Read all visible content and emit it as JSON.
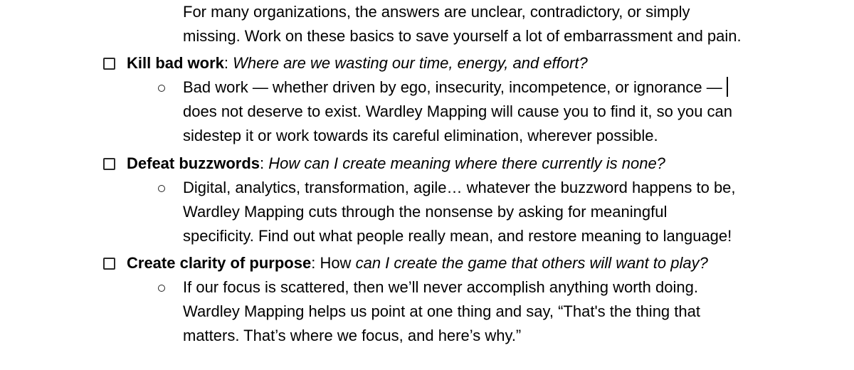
{
  "intro": {
    "lines": [
      "For many organizations, the answers are unclear, contradictory, or simply",
      "missing. Work on these basics to save yourself a lot of embarrassment and pain."
    ]
  },
  "tasks": [
    {
      "title": "Kill bad work",
      "separator": ":",
      "question": "Where are we wasting our time, energy, and effort?",
      "detail_lines": [
        "Bad work — whether driven by ego, insecurity, incompetence, or ignorance —",
        "does not deserve to exist. Wardley Mapping will cause you to find it, so you can",
        "sidestep it or work towards its careful elimination, wherever possible."
      ]
    },
    {
      "title": "Defeat buzzwords",
      "separator": ":",
      "question": "How can I create meaning where there currently is none?",
      "detail_lines": [
        "Digital, analytics, transformation, agile… whatever the buzzword happens to be,",
        "Wardley Mapping cuts through the nonsense by asking for meaningful",
        "specificity. Find out what people really mean, and restore meaning to language!"
      ]
    },
    {
      "title": "Create clarity of purpose",
      "separator": ":",
      "question_plain": "How",
      "question": "can I create the game that others will want to play?",
      "detail_lines": [
        "If our focus is scattered, then we’ll never accomplish anything worth doing.",
        "Wardley Mapping helps us point at one thing and say, “That's the thing that",
        "matters. That’s where we focus, and here’s why.”"
      ]
    }
  ]
}
